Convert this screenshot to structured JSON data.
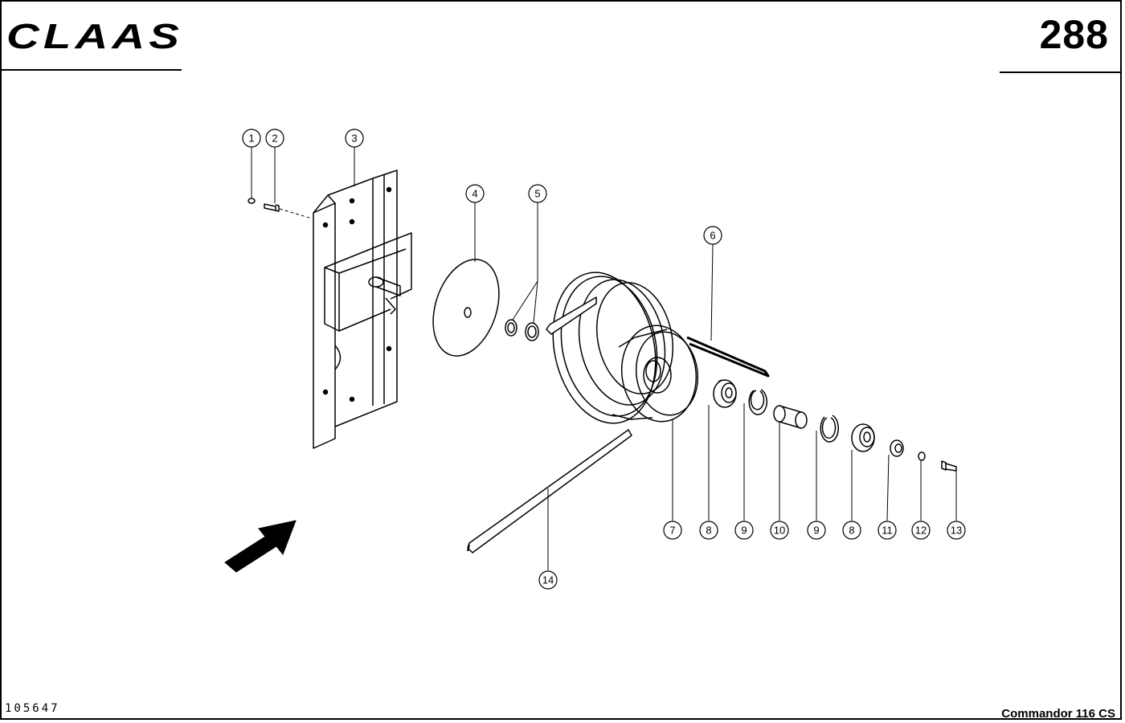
{
  "header": {
    "brand": "CLAAS",
    "page_number": "288"
  },
  "footer": {
    "document_number": "105647",
    "model": "Commandor 116 CS"
  },
  "callouts": [
    "1",
    "2",
    "3",
    "4",
    "5",
    "6",
    "7",
    "8",
    "9",
    "10",
    "9",
    "8",
    "11",
    "12",
    "13",
    "14"
  ],
  "colors": {
    "ink": "#000000",
    "paper": "#ffffff"
  },
  "icons": {
    "direction": "arrow-icon"
  }
}
